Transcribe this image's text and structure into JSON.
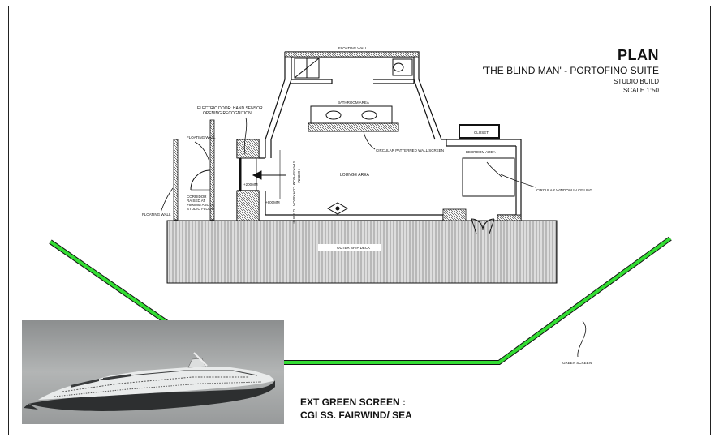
{
  "title_block": {
    "plan": "PLAN",
    "subtitle": "'THE BLIND MAN' - PORTOFINO SUITE",
    "build": "STUDIO BUILD",
    "scale": "SCALE 1:50"
  },
  "labels": {
    "floating_wall_top": "FLOATING WALL",
    "bathroom_area": "BATHROOM AREA",
    "electric_door_1": "ELECTRIC DOOR: HAND SENSOR",
    "electric_door_2": "OPENING RECOGNITION",
    "floating_wall_left": "FLOATING WALL",
    "floating_wall_bottom": "FLOATING WALL",
    "corridor_1": "CORRIDOR",
    "corridor_2": "RAISED AT",
    "corridor_3": "+600MM ABOVE",
    "corridor_4": "STUDIO FLOOR",
    "stairs_1": "STAIRS FROM CORRIDOR TO SUITE",
    "stairs_2": "+600MM",
    "dim_200": "+200MM",
    "dim_600": "+600MM",
    "lounge_area": "LOUNGE AREA",
    "circular_screen": "CIRCULAR PATTERNED WALL SCREEN",
    "closet": "CLOSET",
    "bedroom_area": "BEDROOM AREA",
    "circular_window": "CIRCULAR WINDOW IN CEILING",
    "outer_ship_deck": "OUTER SHIP DECK",
    "green_screen": "GREEN SCREEN"
  },
  "caption": {
    "line1": "EXT GREEN SCREEN :",
    "line2": "CGI SS. FAIRWIND/ SEA"
  },
  "colors": {
    "green_screen": "#33dd33",
    "ink": "#111111"
  }
}
